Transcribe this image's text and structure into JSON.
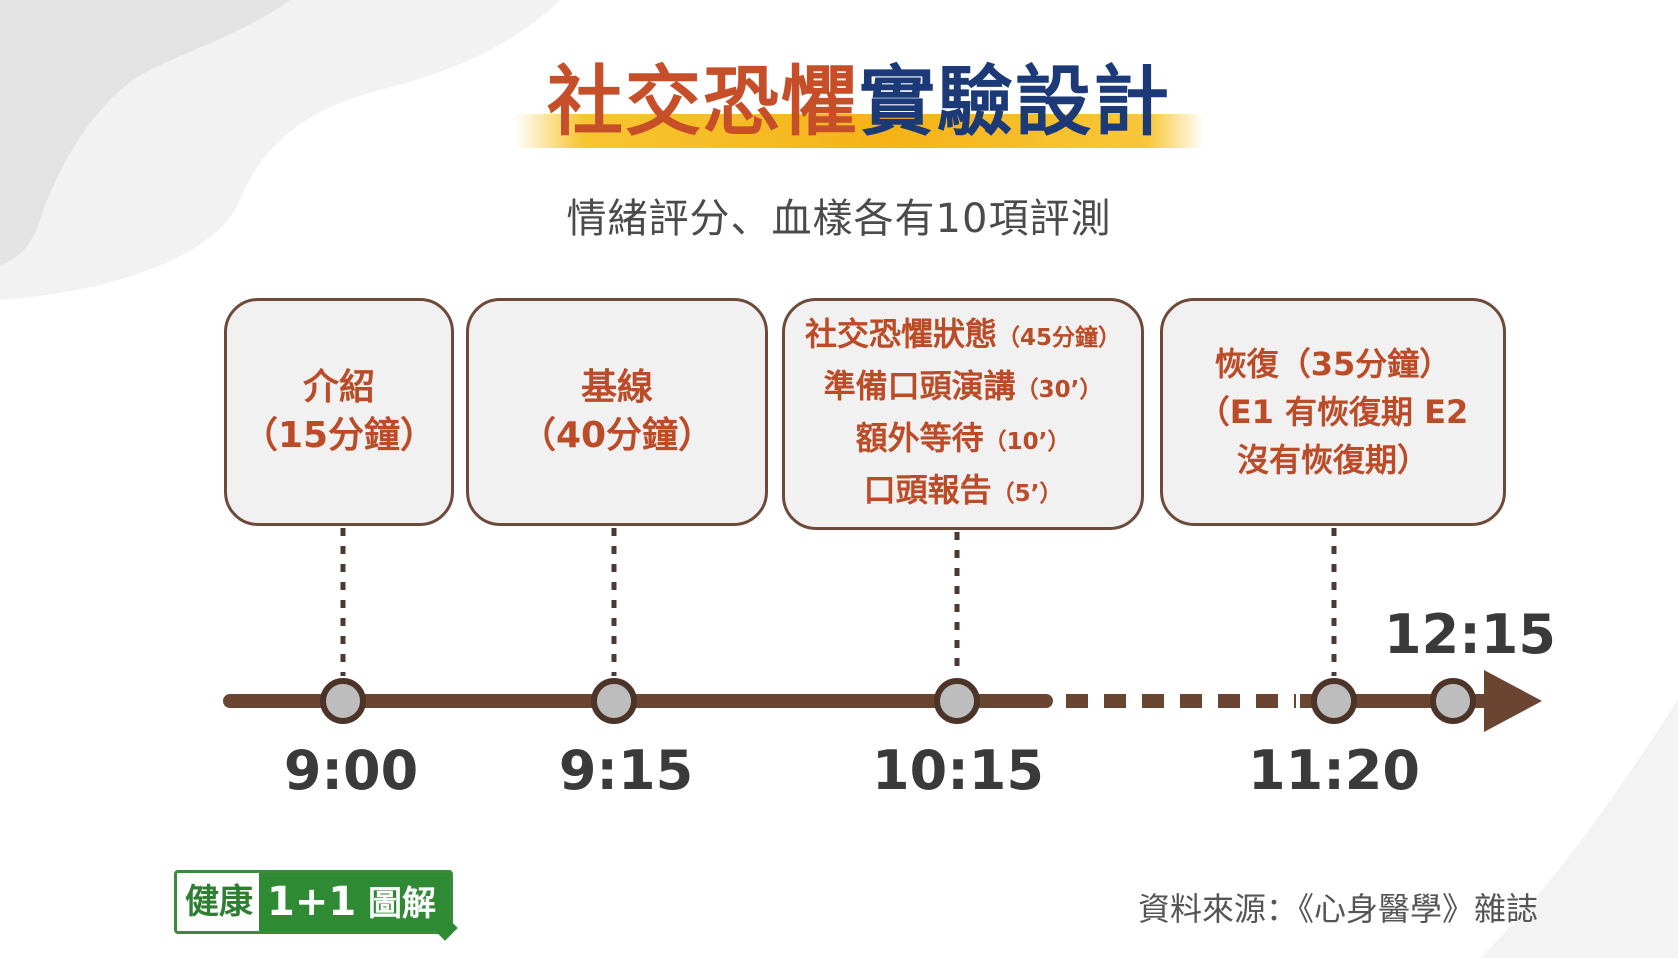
{
  "title": {
    "part1": "社交恐懼",
    "part2": "實驗設計"
  },
  "subtitle": "情緒評分、血樣各有10項評測",
  "stages": [
    {
      "lines": [
        "介紹",
        "（15分鐘）"
      ]
    },
    {
      "lines": [
        "基線",
        "（40分鐘）"
      ]
    },
    {
      "lines": [
        {
          "main": "社交恐懼狀態",
          "note": "（45分鐘）"
        },
        {
          "main": "準備口頭演講",
          "note": "（30’）"
        },
        {
          "main": "額外等待",
          "note": "（10’）"
        },
        {
          "main": "口頭報告",
          "note": "（5’）"
        }
      ]
    },
    {
      "lines": [
        "恢復（35分鐘）",
        "（E1 有恢復期 E2",
        "沒有恢復期）"
      ]
    }
  ],
  "times": [
    "9:00",
    "9:15",
    "10:15",
    "11:20"
  ],
  "end_time": "12:15",
  "logo": {
    "left": "健康",
    "num": "1+1",
    "right": "圖解"
  },
  "source": "資料來源：《心身醫學》雜誌",
  "colors": {
    "title_orange": "#c64f2a",
    "title_navy": "#1c3a78",
    "stage_text": "#bb4c27",
    "stage_border": "#6d4a3a",
    "timeline": "#6a4532",
    "node_fill": "#bdbdbd",
    "logo_green": "#2f8a34"
  }
}
